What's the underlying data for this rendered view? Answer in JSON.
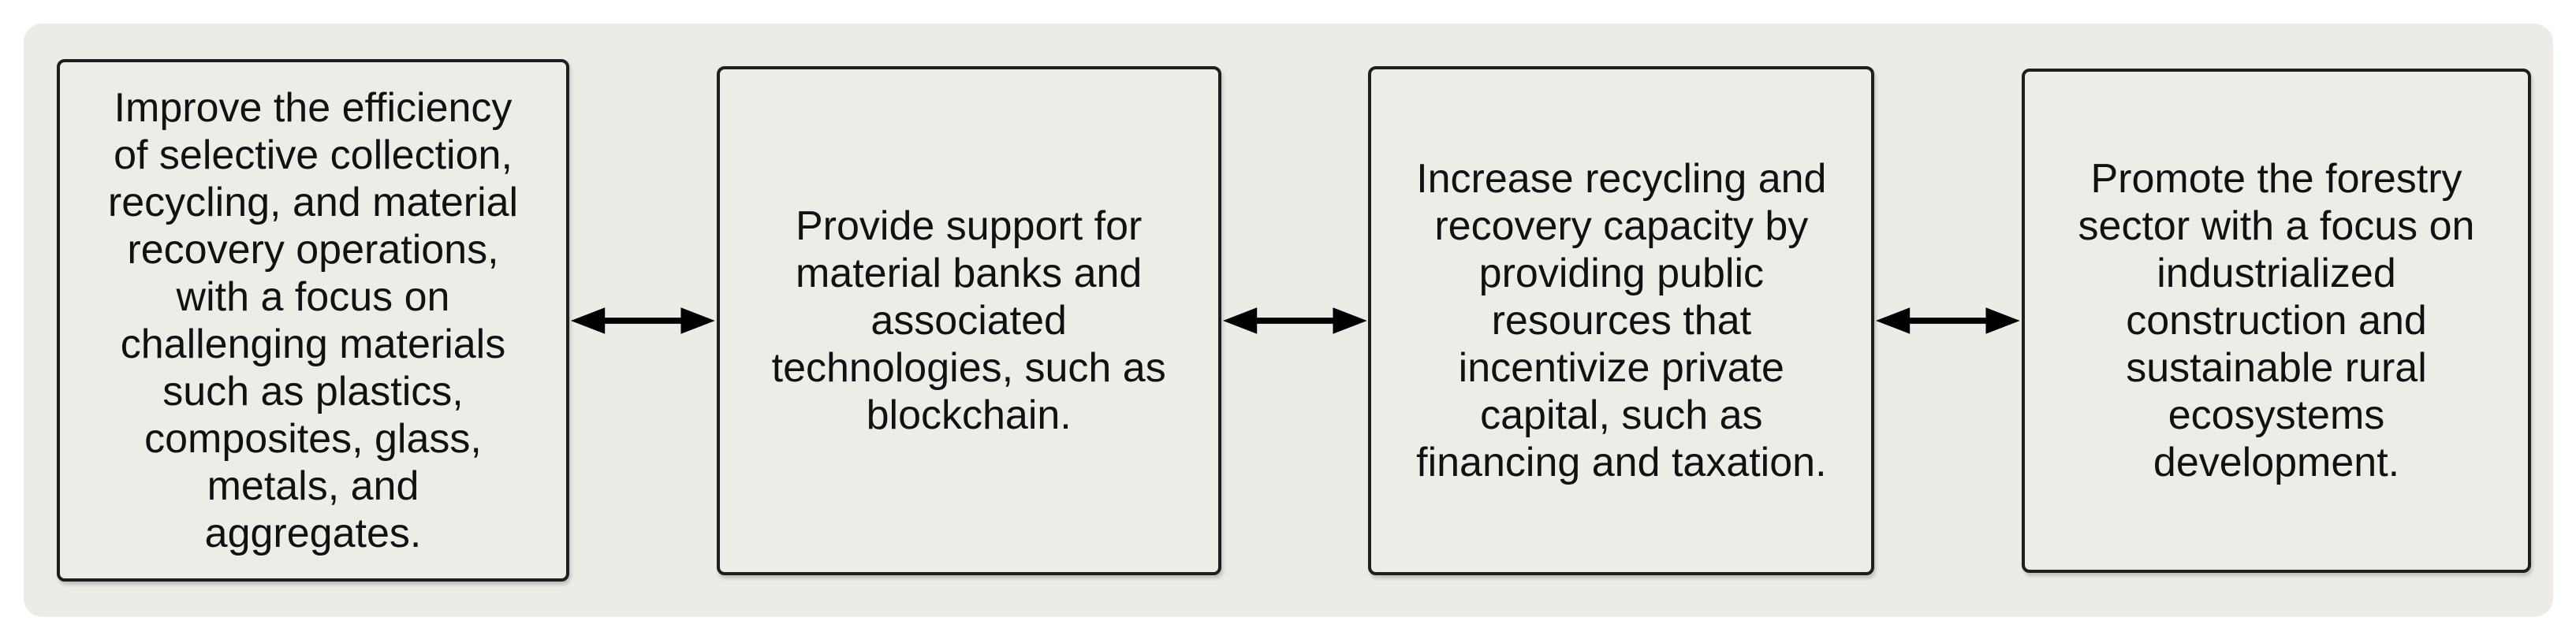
{
  "diagram": {
    "background_color": "#ffffff",
    "panel_color": "#ecebe5",
    "box_fill_color": "#edece7",
    "box_border_color": "#1e1e1e",
    "text_color": "#111111",
    "arrow_color": "#000000",
    "boxes": [
      {
        "text": "Improve the efficiency\nof selective collection,\nrecycling, and material\nrecovery operations,\nwith a focus on\nchallenging materials\nsuch as plastics,\ncomposites, glass,\nmetals, and\naggregates."
      },
      {
        "text": "Provide support for\nmaterial banks and\nassociated\ntechnologies, such as\nblockchain."
      },
      {
        "text": "Increase recycling and\nrecovery capacity by\nproviding public\nresources that\nincentivize private\ncapital, such as\nfinancing and taxation."
      },
      {
        "text": "Promote the forestry\nsector with a focus on\nindustrialized\nconstruction and\nsustainable rural\necosystems\ndevelopment."
      }
    ]
  }
}
